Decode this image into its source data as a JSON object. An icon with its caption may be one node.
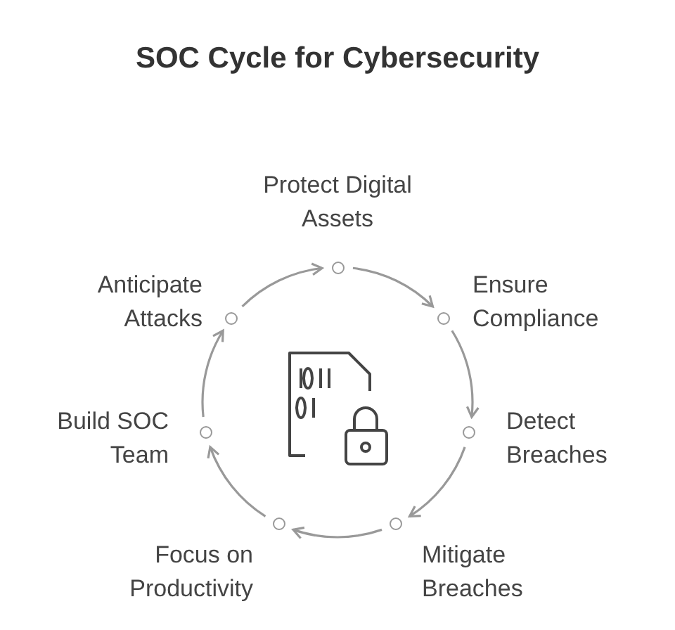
{
  "diagram": {
    "title": "SOC Cycle for Cybersecurity",
    "nodes": [
      {
        "text": [
          "Protect Digital Assets"
        ]
      },
      {
        "text": [
          "Ensure Compliance"
        ]
      },
      {
        "text": [
          "Detect Breaches"
        ]
      },
      {
        "text": [
          "Mitigate Breaches"
        ]
      },
      {
        "text": [
          "Focus on Productivity"
        ]
      },
      {
        "text": [
          "Build SOC Team"
        ]
      },
      {
        "text": [
          "Anticipate Attacks"
        ]
      },
      {
        "text": [],
        "shape": "circle"
      },
      {
        "text": [],
        "shape": "circle"
      },
      {
        "text": [],
        "shape": "circle"
      },
      {
        "text": [],
        "shape": "circle"
      },
      {
        "text": [],
        "shape": "circle"
      },
      {
        "text": [],
        "shape": "circle"
      },
      {
        "text": [],
        "shape": "circle"
      }
    ],
    "edges": [
      {
        "from": 7,
        "to": 8,
        "arrow": "to"
      },
      {
        "from": 8,
        "to": 9,
        "arrow": "to"
      },
      {
        "from": 9,
        "to": 10,
        "arrow": "to"
      },
      {
        "from": 10,
        "to": 11,
        "arrow": "to"
      },
      {
        "from": 11,
        "to": 12,
        "arrow": "to"
      },
      {
        "from": 12,
        "to": 13,
        "arrow": "to"
      },
      {
        "from": 13,
        "to": 7,
        "arrow": "to"
      }
    ]
  }
}
